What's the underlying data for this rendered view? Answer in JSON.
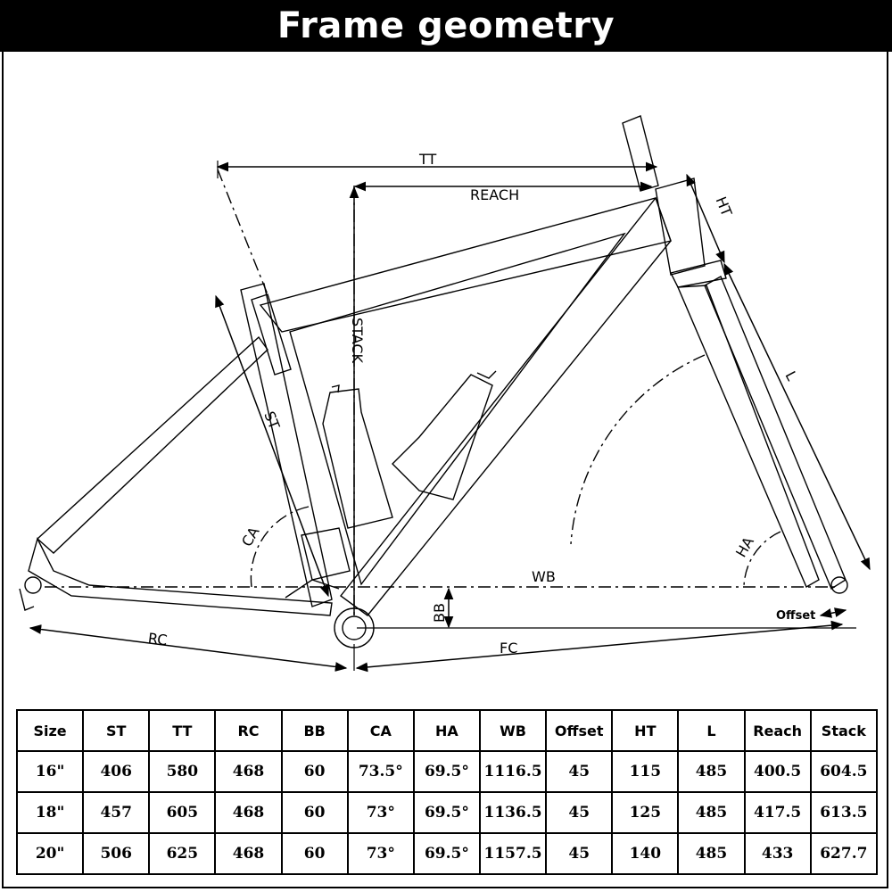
{
  "header": {
    "title": "Frame geometry"
  },
  "diagram": {
    "labels": {
      "tt": "TT",
      "reach": "REACH",
      "ht": "HT",
      "stack": "STACK",
      "st": "ST",
      "l": "L",
      "ca": "CA",
      "ha": "HA",
      "wb": "WB",
      "bb": "BB",
      "rc": "RC",
      "fc": "FC",
      "offset": "Offset"
    }
  },
  "table": {
    "columns": [
      "Size",
      "ST",
      "TT",
      "RC",
      "BB",
      "CA",
      "HA",
      "WB",
      "Offset",
      "HT",
      "L",
      "Reach",
      "Stack"
    ],
    "rows": [
      [
        "16\"",
        "406",
        "580",
        "468",
        "60",
        "73.5°",
        "69.5°",
        "1116.5",
        "45",
        "115",
        "485",
        "400.5",
        "604.5"
      ],
      [
        "18\"",
        "457",
        "605",
        "468",
        "60",
        "73°",
        "69.5°",
        "1136.5",
        "45",
        "125",
        "485",
        "417.5",
        "613.5"
      ],
      [
        "20\"",
        "506",
        "625",
        "468",
        "60",
        "73°",
        "69.5°",
        "1157.5",
        "45",
        "140",
        "485",
        "433",
        "627.7"
      ]
    ]
  }
}
